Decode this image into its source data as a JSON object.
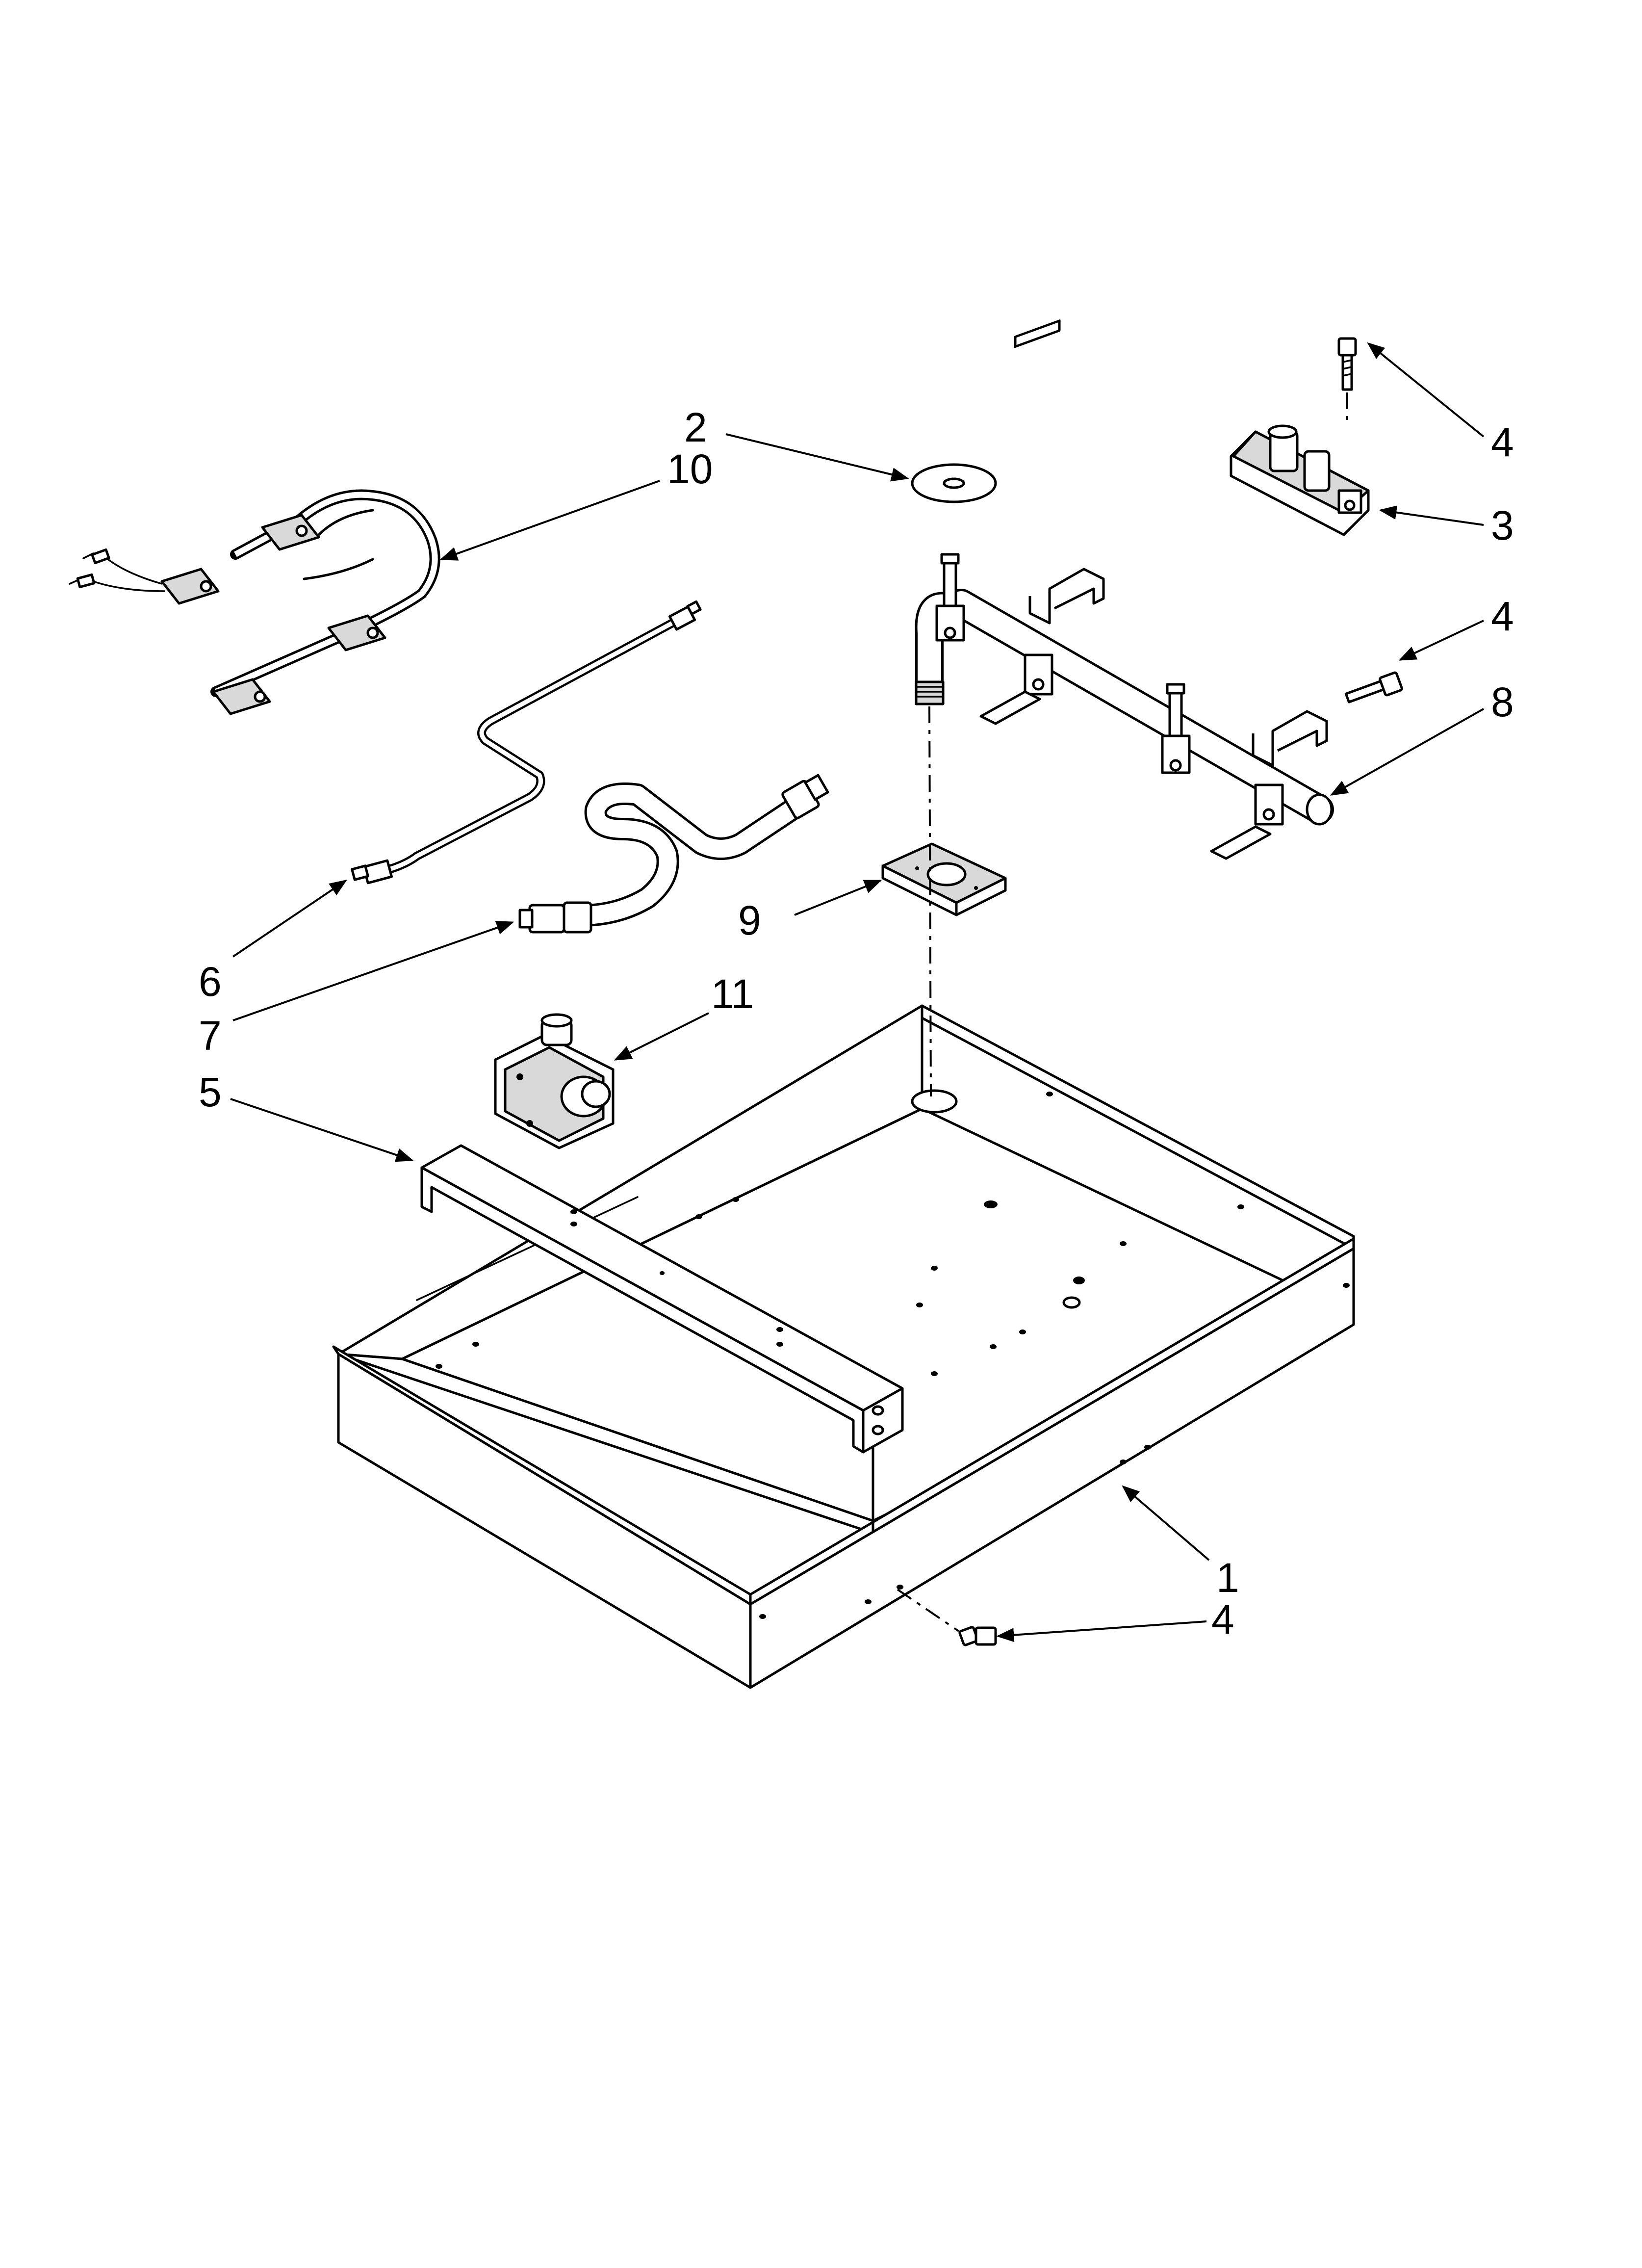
{
  "callouts": [
    {
      "id": "c2a",
      "text": "2"
    },
    {
      "id": "c10",
      "text": "10"
    },
    {
      "id": "c4a",
      "text": "4"
    },
    {
      "id": "c3",
      "text": "3"
    },
    {
      "id": "c4b",
      "text": "4"
    },
    {
      "id": "c8",
      "text": "8"
    },
    {
      "id": "c9",
      "text": "9"
    },
    {
      "id": "c6",
      "text": "6"
    },
    {
      "id": "c7",
      "text": "7"
    },
    {
      "id": "c11",
      "text": "11"
    },
    {
      "id": "c5",
      "text": "5"
    },
    {
      "id": "c1",
      "text": "1"
    },
    {
      "id": "c4c",
      "text": "4"
    }
  ]
}
